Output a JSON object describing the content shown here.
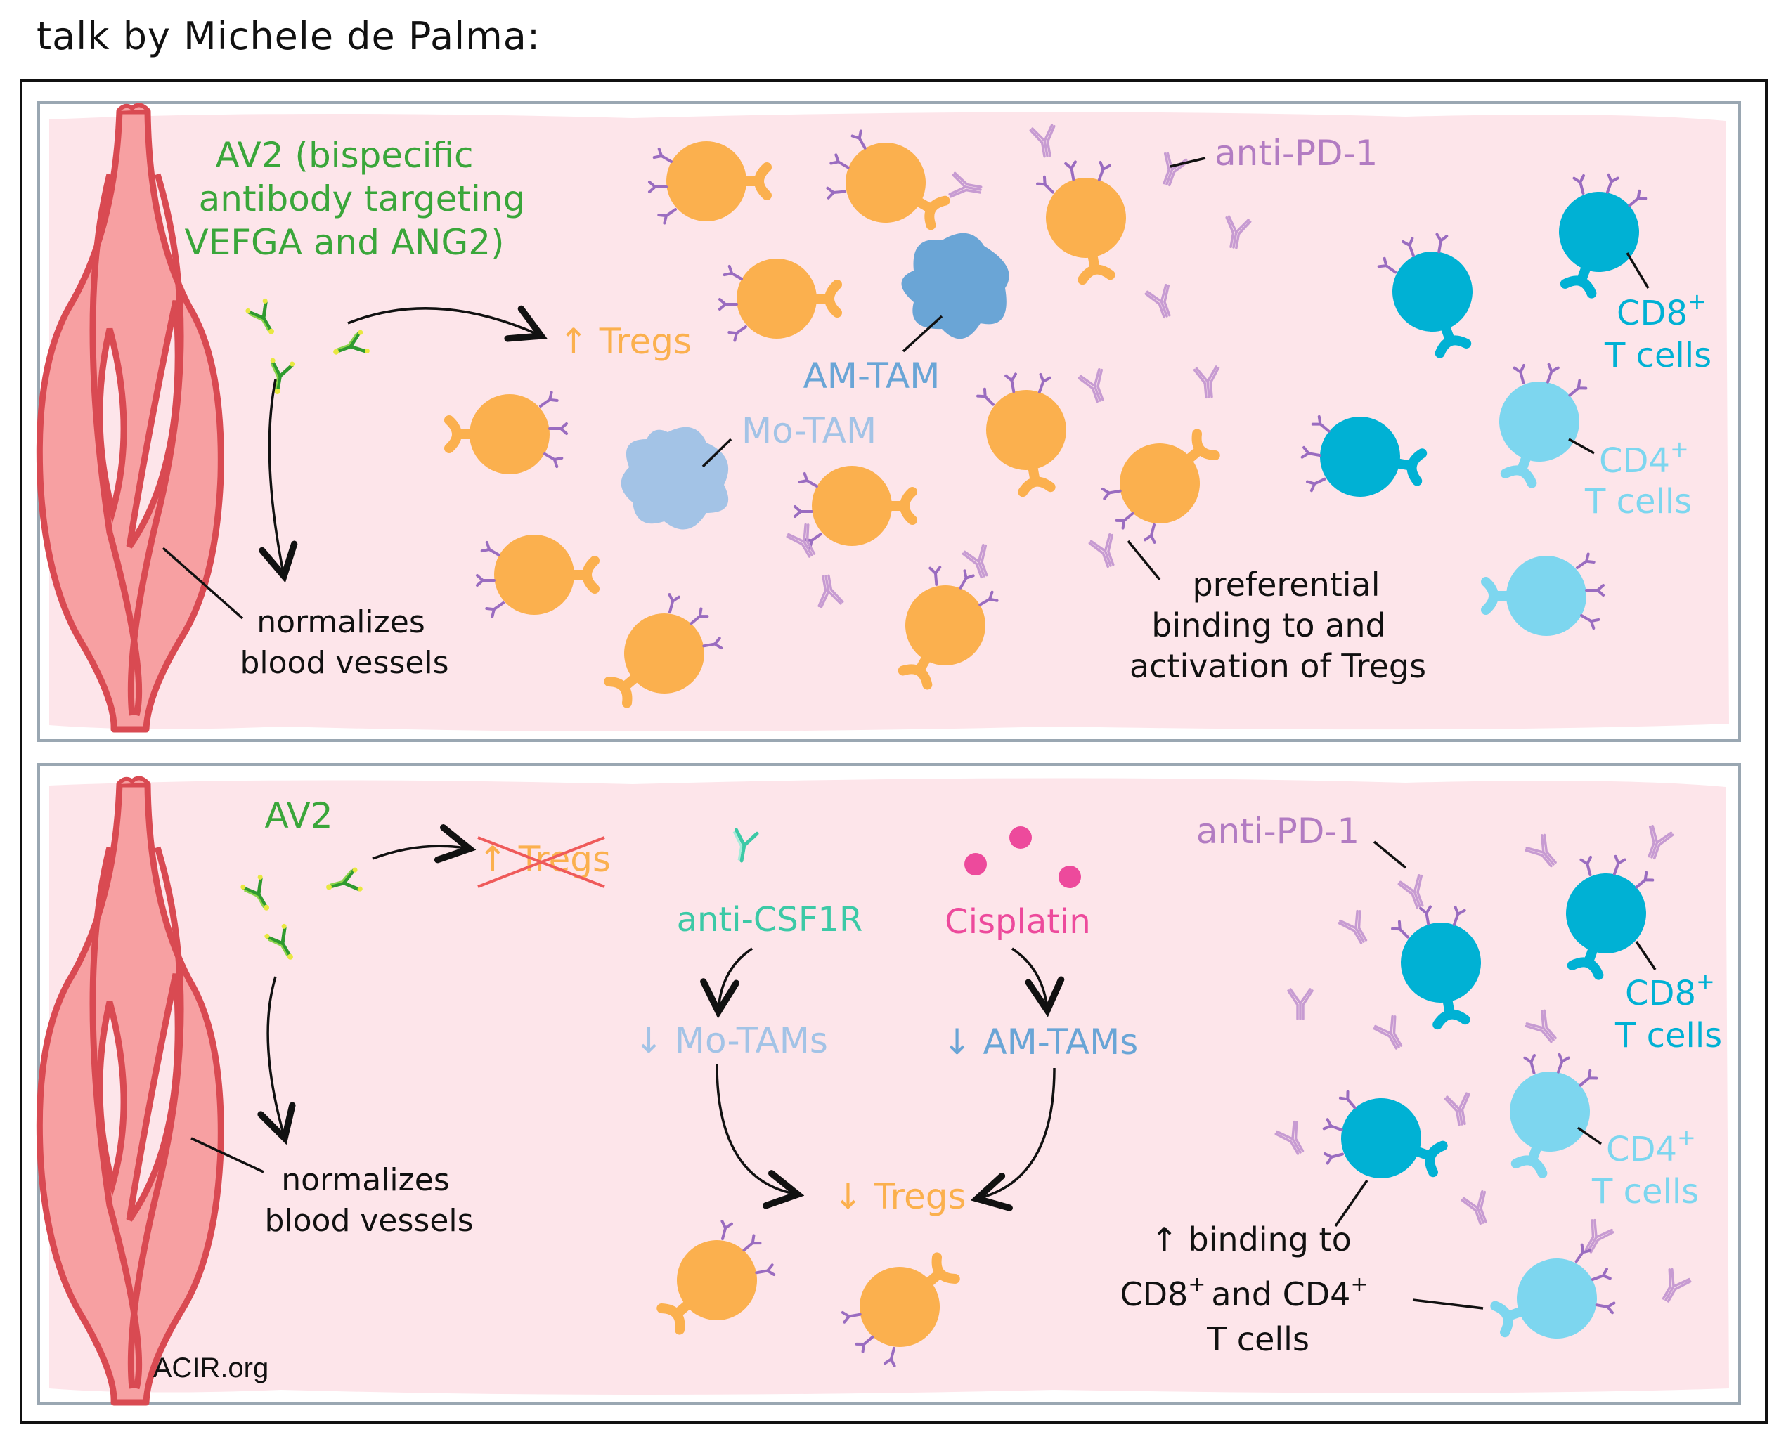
{
  "header": {
    "title": "talk by Michele de Palma:"
  },
  "colors": {
    "background": "#fde5ea",
    "frame": "#9aa7b2",
    "vessel_fill": "#f7a0a2",
    "vessel_stroke": "#d94a52",
    "green": "#3aa63a",
    "treg_orange": "#fbb04e",
    "am_tam_blue": "#6aa5d6",
    "mo_tam_blue": "#a3c3e6",
    "cd8_cyan": "#00b1d4",
    "cd4_light": "#7dd6ef",
    "antipd1_purple": "#b27cc2",
    "anti_csf1r_teal": "#3cc9a6",
    "cisplatin_pink": "#ed4a9c",
    "receptor_purple": "#9a6cc0"
  },
  "panel_top": {
    "av2_label": [
      "AV2 (bispecific",
      "antibody targeting",
      "VEFGA and ANG2)"
    ],
    "tregs_up": "↑ Tregs",
    "am_tam": "AM-TAM",
    "mo_tam": "Mo-TAM",
    "anti_pd1": "anti-PD-1",
    "cd8_line1": "CD8",
    "cd8_line2": "T cells",
    "cd4_line1": "CD4",
    "cd4_line2": "T cells",
    "plus": "+",
    "normalizes": [
      "normalizes",
      "blood vessels"
    ],
    "preferential": [
      "preferential",
      "binding to and",
      "activation of Tregs"
    ]
  },
  "panel_bottom": {
    "av2_label": "AV2",
    "tregs_struck": "↑ Tregs",
    "anti_csf1r": "anti-CSF1R",
    "cisplatin": "Cisplatin",
    "mo_tams_down": "↓ Mo-TAMs",
    "am_tams_down": "↓ AM-TAMs",
    "tregs_down": "↓ Tregs",
    "anti_pd1": "anti-PD-1",
    "cd8_line1": "CD8",
    "cd8_line2": "T cells",
    "cd4_line1": "CD4",
    "cd4_line2": "T cells",
    "plus": "+",
    "normalizes": [
      "normalizes",
      "blood vessels"
    ],
    "binding_line1": "↑ binding to",
    "binding_cd8": "CD8",
    "binding_and": "and CD4",
    "binding_line3": "T cells",
    "credit": "ACIR.org"
  }
}
